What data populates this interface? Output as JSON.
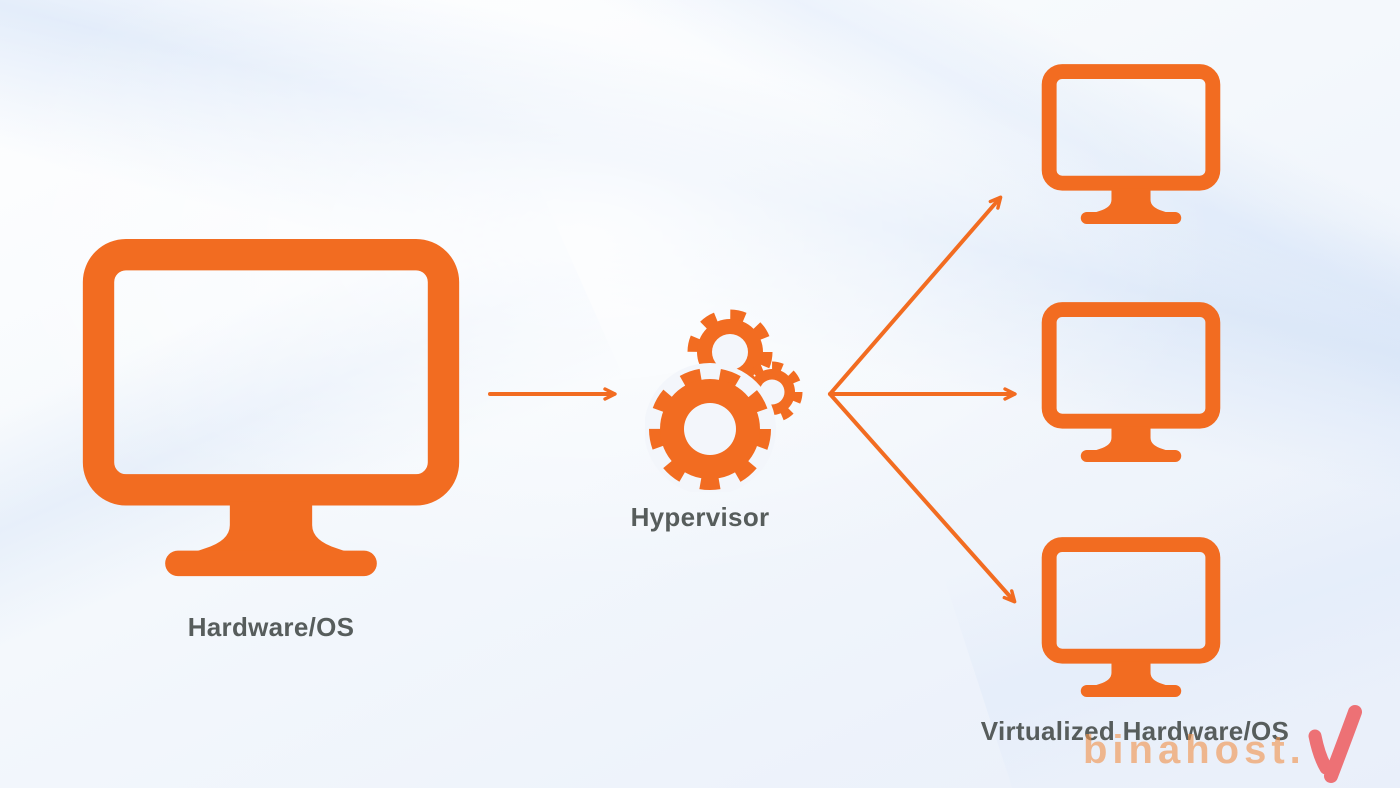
{
  "labels": {
    "hardware": "Hardware/OS",
    "hypervisor": "Hypervisor",
    "virtualized": "Virtualized Hardware/OS"
  },
  "nodes": [
    {
      "id": "hardware",
      "label": "Hardware/OS",
      "icon": "monitor-icon"
    },
    {
      "id": "hypervisor",
      "label": "Hypervisor",
      "icon": "gears-icon"
    },
    {
      "id": "vm-1",
      "icon": "monitor-icon"
    },
    {
      "id": "vm-2",
      "icon": "monitor-icon"
    },
    {
      "id": "vm-3",
      "icon": "monitor-icon"
    },
    {
      "id": "virtualized-group",
      "label": "Virtualized Hardware/OS"
    }
  ],
  "edges": [
    {
      "from": "hardware",
      "to": "hypervisor",
      "style": "arrow"
    },
    {
      "from": "hypervisor",
      "to": "vm-1",
      "style": "arrow"
    },
    {
      "from": "hypervisor",
      "to": "vm-2",
      "style": "arrow"
    },
    {
      "from": "hypervisor",
      "to": "vm-3",
      "style": "arrow"
    }
  ],
  "watermark": {
    "text": "binahost.",
    "logo_icon": "checkmark-icon"
  },
  "colors": {
    "accent": "#F26C21",
    "label_text": "#575D5C",
    "watermark_text": "#F2944D",
    "watermark_check": "#ED7175",
    "background": "#F6F9FD"
  }
}
